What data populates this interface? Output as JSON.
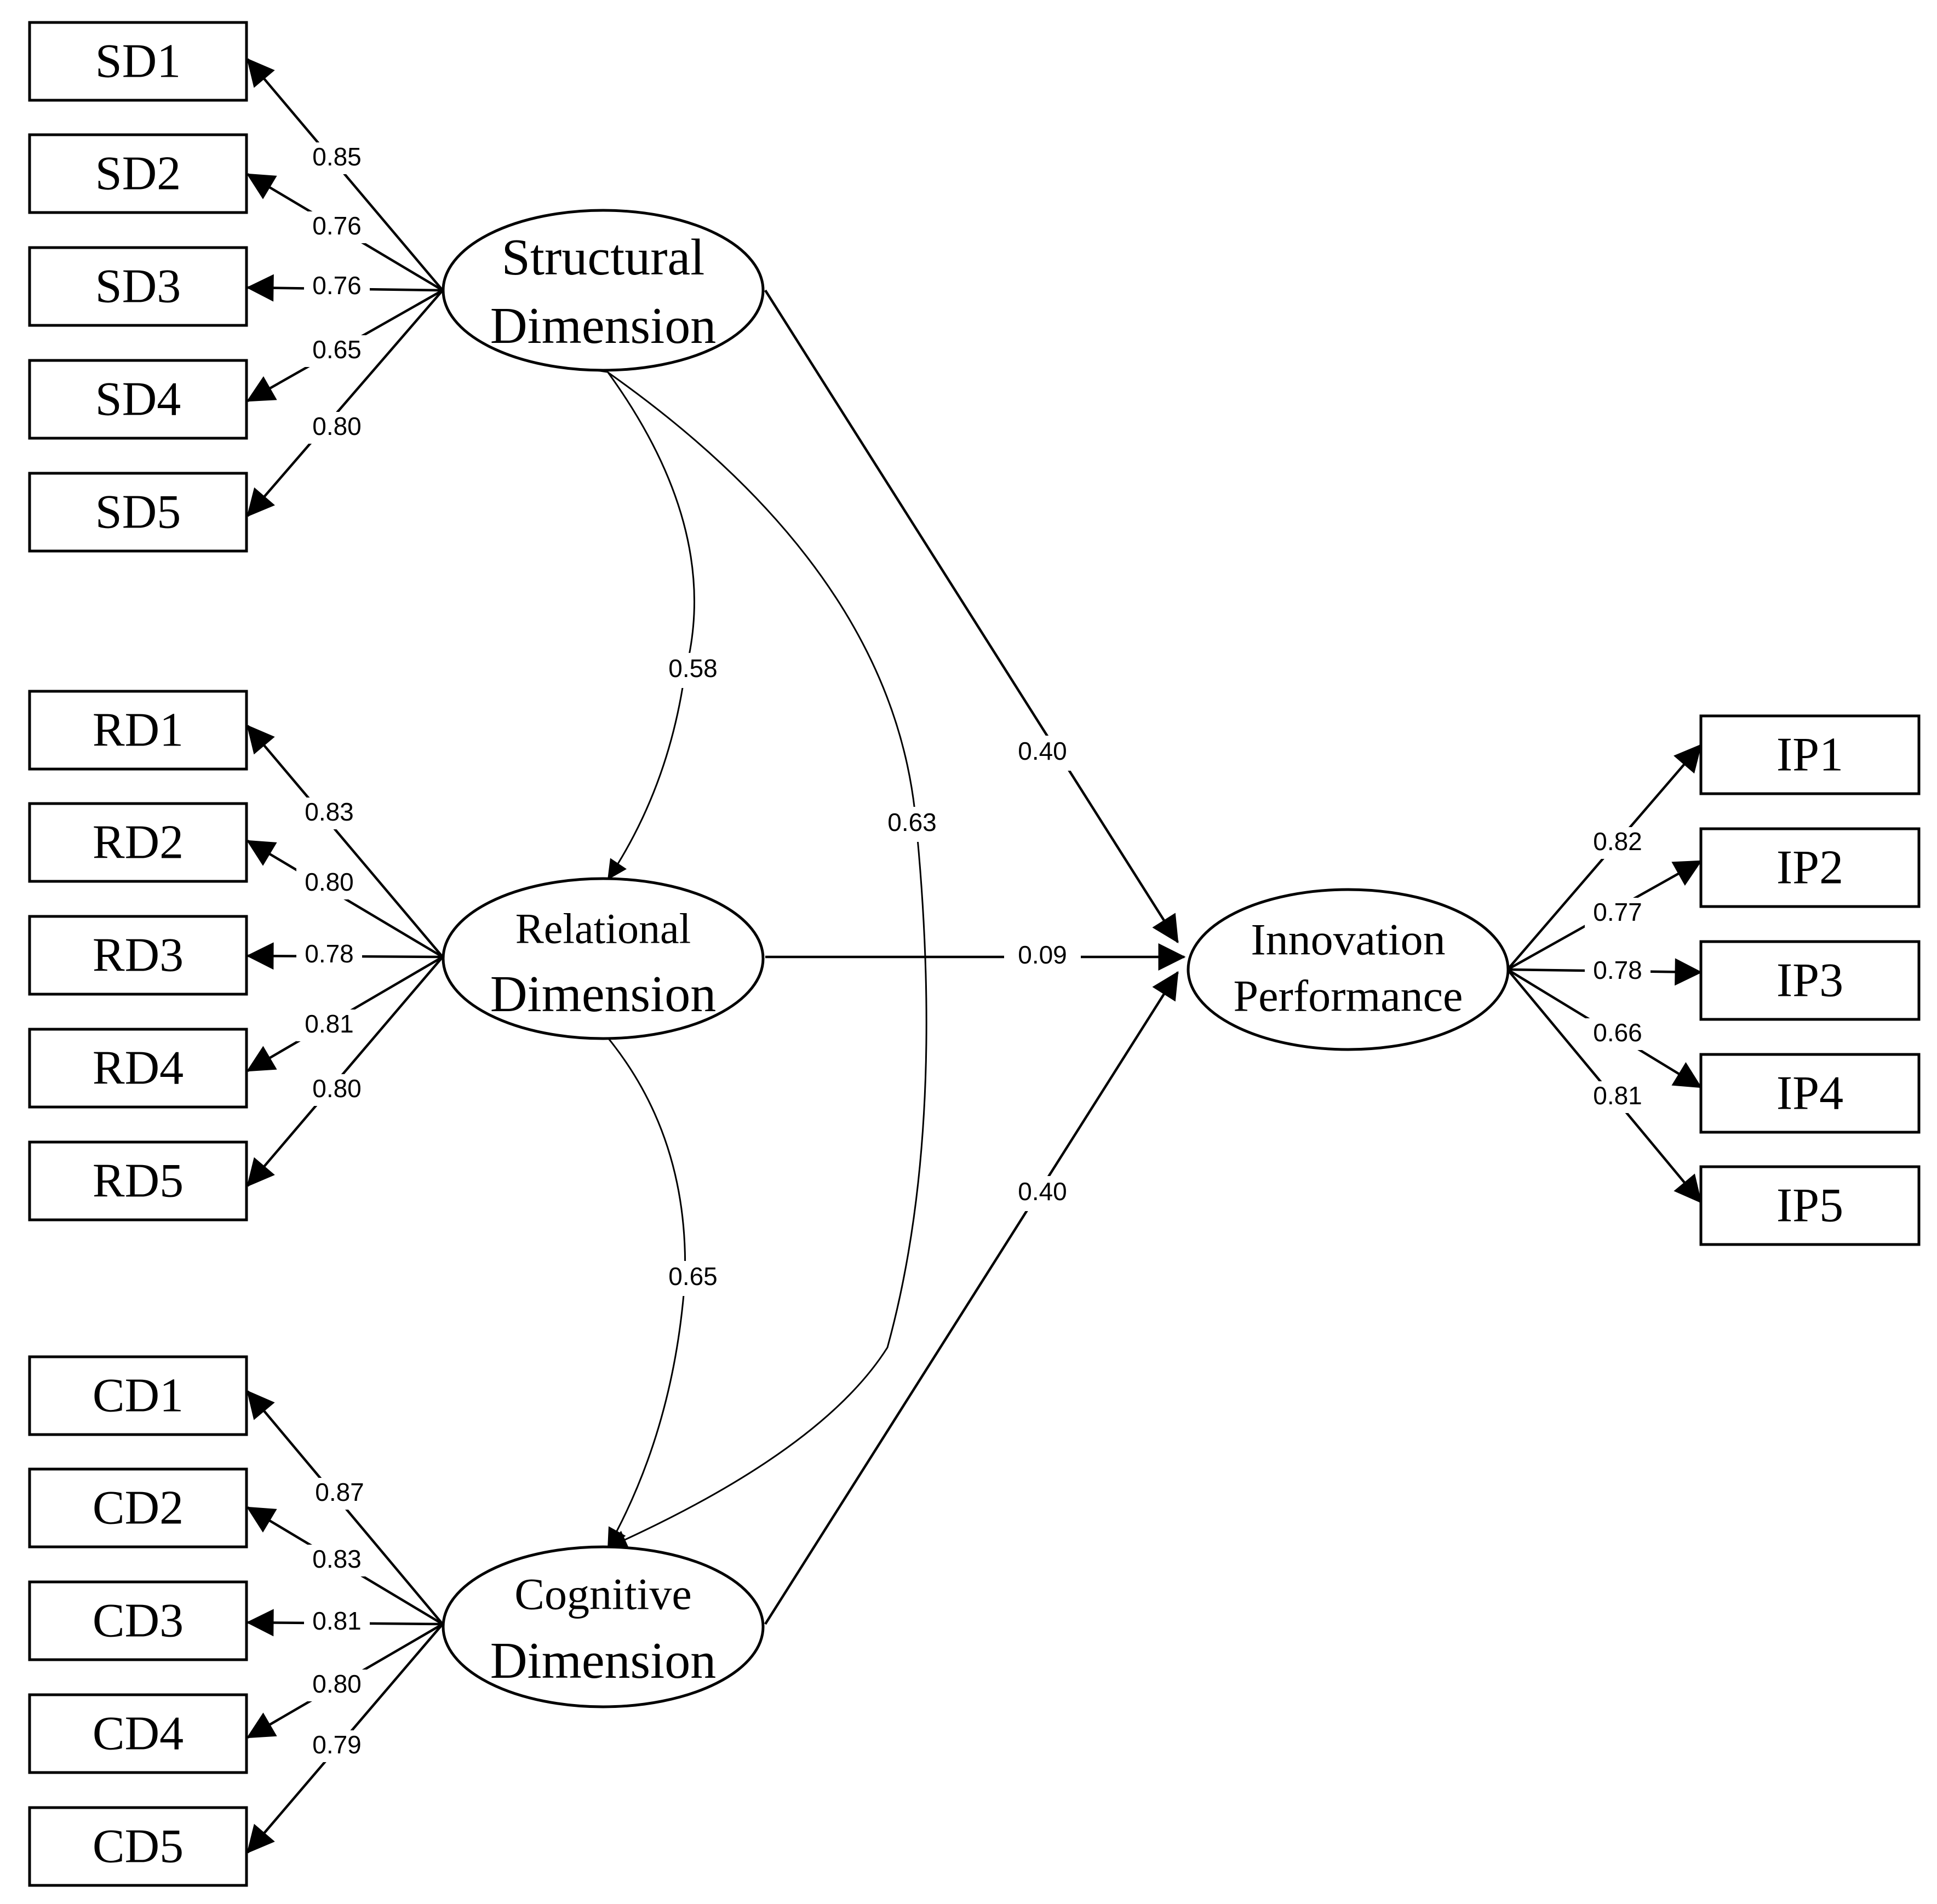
{
  "diagram": {
    "constructs": {
      "sd": {
        "line1": "Structural",
        "line2": "Dimension"
      },
      "rd": {
        "line1": "Relational",
        "line2": "Dimension"
      },
      "cd": {
        "line1": "Cognitive",
        "line2": "Dimension"
      },
      "ip": {
        "line1": "Innovation",
        "line2": "Performance"
      }
    },
    "indicators": {
      "sd": [
        "SD1",
        "SD2",
        "SD3",
        "SD4",
        "SD5"
      ],
      "rd": [
        "RD1",
        "RD2",
        "RD3",
        "RD4",
        "RD5"
      ],
      "cd": [
        "CD1",
        "CD2",
        "CD3",
        "CD4",
        "CD5"
      ],
      "ip": [
        "IP1",
        "IP2",
        "IP3",
        "IP4",
        "IP5"
      ]
    },
    "loadings": {
      "sd": [
        "0.85",
        "0.76",
        "0.76",
        "0.65",
        "0.80"
      ],
      "rd": [
        "0.83",
        "0.80",
        "0.78",
        "0.81",
        "0.80"
      ],
      "cd": [
        "0.87",
        "0.83",
        "0.81",
        "0.80",
        "0.79"
      ],
      "ip": [
        "0.82",
        "0.77",
        "0.78",
        "0.66",
        "0.81"
      ]
    },
    "paths": {
      "sd_ip": "0.40",
      "rd_ip": "0.09",
      "cd_ip": "0.40"
    },
    "correlations": {
      "sd_rd": "0.58",
      "rd_cd": "0.65",
      "sd_cd": "0.63"
    }
  }
}
